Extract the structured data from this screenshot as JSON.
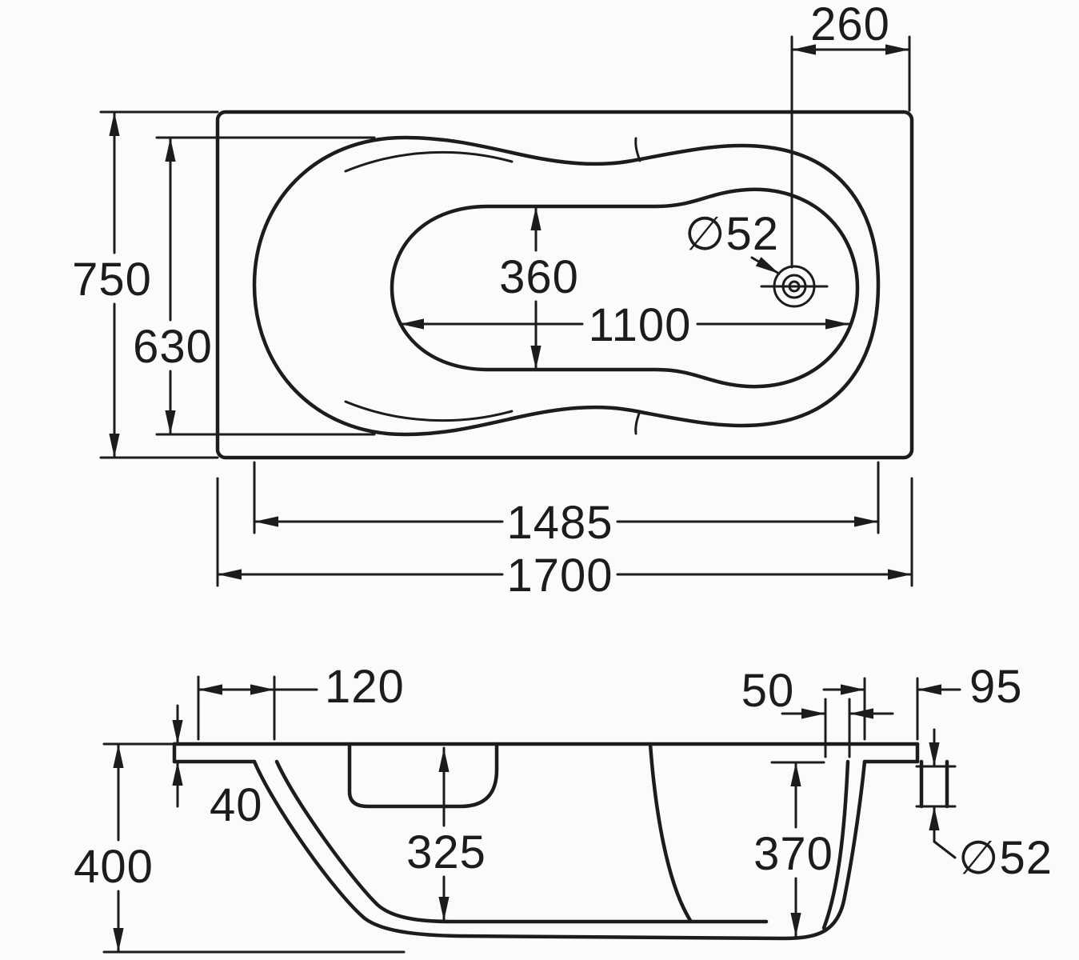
{
  "drawing": {
    "subject": "bathtub-technical-drawing",
    "paper_color": "#fbfbf9",
    "ink_color": "#1c1c1c",
    "top_view": {
      "drain_offset": "260",
      "overall_width": "750",
      "rim_width": "630",
      "basin_width": "360",
      "basin_length": "1100",
      "drain_diameter": "∅52",
      "rim_length": "1485",
      "overall_length": "1700"
    },
    "side_view": {
      "head_ledge": "120",
      "rim_thickness": "40",
      "overall_height": "400",
      "inner_depth": "325",
      "foot_ledge": "50",
      "outlet_depth": "370",
      "end_overhang": "95",
      "drain_diameter": "∅52"
    }
  }
}
